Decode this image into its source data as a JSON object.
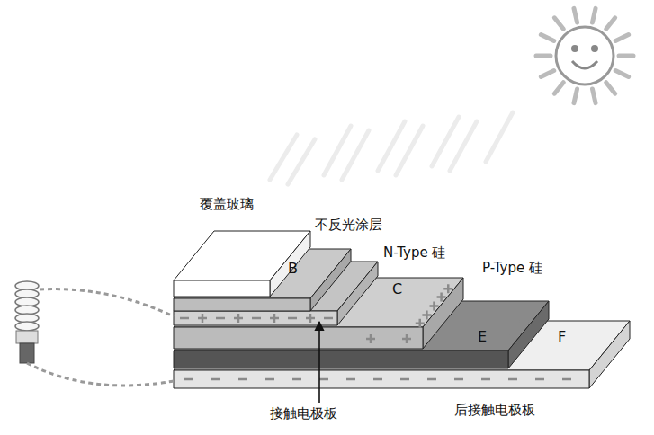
{
  "diagram": {
    "nodes": [
      {
        "text": [
          "覆盖玻璃"
        ]
      },
      {
        "text": [
          "不反光涂层",
          "B"
        ]
      },
      {
        "text": [
          "N-Type 硅",
          "C"
        ]
      },
      {
        "text": [
          "P-Type 硅",
          "E"
        ]
      },
      {
        "text": [
          "F"
        ]
      }
    ],
    "labels": [
      "接触电极板",
      "后接触电极板"
    ]
  }
}
